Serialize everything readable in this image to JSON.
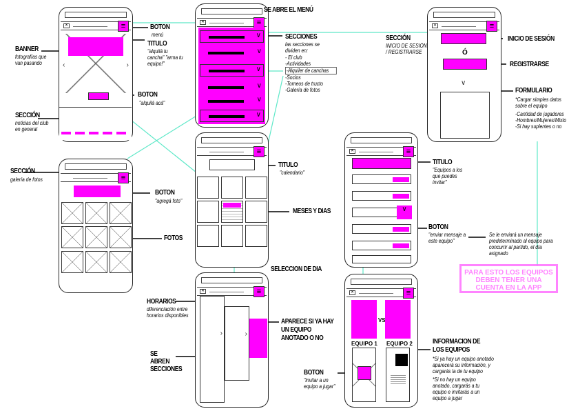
{
  "home": {
    "banner_title": "BANNER",
    "banner_desc": "fotografías que van pasando",
    "menu_title": "BOTON",
    "menu_desc": "menú",
    "titulo_title": "TITULO",
    "titulo_desc": "\"alquilá tu cancha\" \"arma tu equipo!\"",
    "boton_title": "BOTON",
    "boton_desc": "\"alquilá acá\"",
    "seccion_title": "SECCIÓN",
    "seccion_desc": "noticias del club en general"
  },
  "menu": {
    "heading": "SE ABRE EL MENÚ",
    "secciones_title": "SECCIONES",
    "secciones_desc": "las secciones se dividen en:",
    "items": [
      "- El club",
      "-Actividades",
      "-Alquiler de canchas",
      "-Socios",
      "-Torneos de tructo",
      "-Galería de fotos"
    ]
  },
  "login": {
    "seccion_title": "SECCIÓN",
    "seccion_desc": "INICIO DE SESIÓN / REGISTRARSE",
    "inicio": "INICIO DE SESIÓN",
    "o": "Ó",
    "registrarse": "REGISTRARSE",
    "formulario": "FORMULARIO",
    "form_desc": "*Cargar simples datos sobre el equipo",
    "form_items": [
      "-Cantidad de jugadores",
      "-Hombres/Mujeres/Mixto",
      "-Si hay suplentes o no"
    ]
  },
  "gallery": {
    "seccion_title": "SECCIÓN",
    "seccion_desc": "galería de fotos",
    "boton_title": "BOTON",
    "boton_desc": "\"agregá foto\"",
    "fotos": "FOTOS"
  },
  "calendar": {
    "titulo": "TITULO",
    "titulo_desc": "\"calendario\"",
    "meses": "MESES Y DIAS",
    "seleccion": "SELECCION DE DIA"
  },
  "horarios": {
    "title": "HORARIOS",
    "desc": "diferenciación entre horarios disponibles",
    "abren": "SE ABREN SECCIONES",
    "aparece": "APARECE SI YA HAY UN EQUIPO ANOTADO O NO"
  },
  "equipos": {
    "titulo": "TITULO",
    "titulo_desc": "\"Equipos a los que puedes invitar\"",
    "boton": "BOTON",
    "boton_desc": "\"enviar mensaje a este equipo\"",
    "mensaje": "Se le enviará un mensaje predeterminado al equipo para concurrir al partido, el día asignado",
    "stamp": "PARA ESTO LOS EQUIPOS DEBEN TENER UNA CUENTA EN LA APP"
  },
  "versus": {
    "vs": "VS",
    "equipo1": "EQUIPO 1",
    "equipo2": "EQUIPO 2",
    "boton": "BOTON",
    "boton_desc": "\"invitar a un equipo a jugar\"",
    "info_title": "INFORMACION DE LOS EQUIPOS",
    "info_1": "*Si ya hay un equipo anotado aparecerá su información, y cargarás la de tu equipo",
    "info_2": "*Si no hay un equipo anotado, cargarás a tu equipo e invitarás a un equipo a jugar"
  },
  "colors": {
    "accent": "#ff00ff",
    "connector": "#5ee8c8"
  }
}
